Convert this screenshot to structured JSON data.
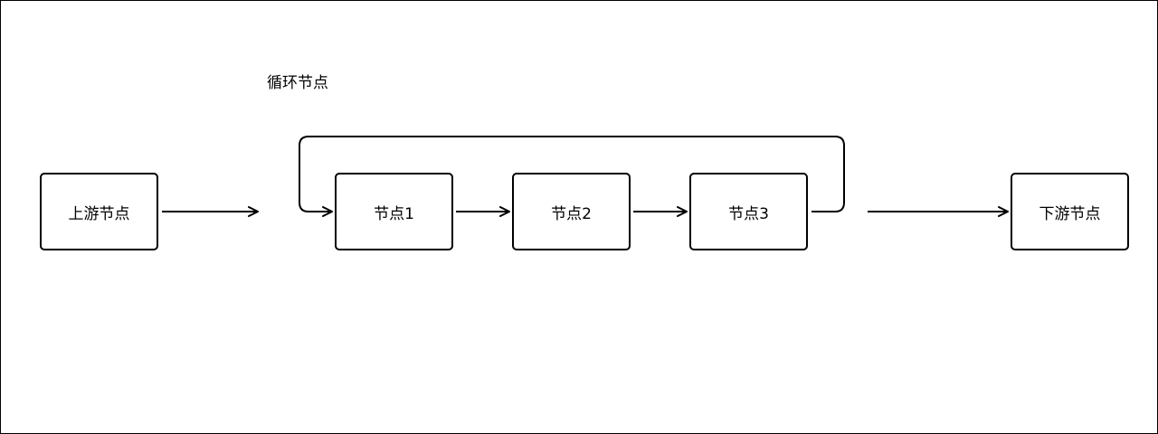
{
  "diagram": {
    "loop_label": "循环节点",
    "nodes": {
      "upstream": "上游节点",
      "node1": "节点1",
      "node2": "节点2",
      "node3": "节点3",
      "downstream": "下游节点"
    },
    "edges": [
      {
        "from": "upstream",
        "to": "loop"
      },
      {
        "from": "node1",
        "to": "node2"
      },
      {
        "from": "node2",
        "to": "node3"
      },
      {
        "from": "node3",
        "to": "node1",
        "kind": "loop-back"
      },
      {
        "from": "loop",
        "to": "downstream"
      }
    ],
    "colors": {
      "stroke": "#000000",
      "background": "#ffffff"
    }
  }
}
